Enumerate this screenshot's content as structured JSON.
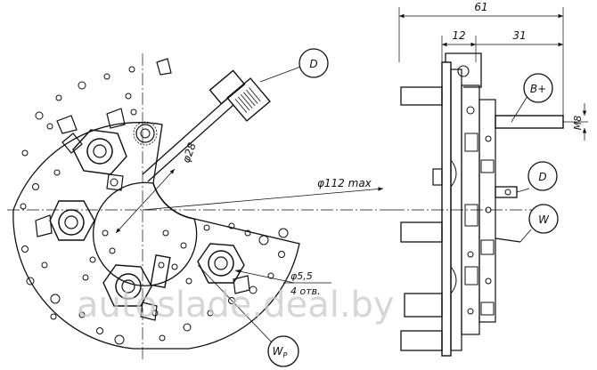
{
  "dimensions": {
    "overall_width": "61",
    "offset_left": "12",
    "offset_right": "31",
    "thread": "M8",
    "max_diameter": "φ112 max",
    "center_diameter": "φ28",
    "hole_diameter": "φ5,5",
    "hole_count": "4 отв."
  },
  "callouts": {
    "front_d": "D",
    "side_b_plus": "B+",
    "side_d": "D",
    "side_w": "W",
    "front_wp": "W",
    "front_wp_sub": "P"
  },
  "watermark": "autoslade.deal.by",
  "colors": {
    "line": "#111111",
    "watermark": "#c9c9c9"
  }
}
